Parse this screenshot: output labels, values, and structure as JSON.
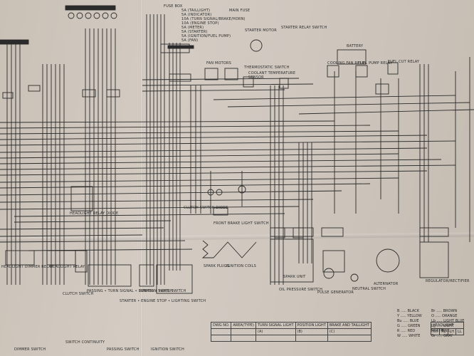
{
  "labels": {
    "fuse_box": "FUSE BOX",
    "fuse_lines": [
      "5A (TAILLIGHT)",
      "5A (INDICATOR)",
      "10A (TURN SIGNAL/BRAKE/HORN)",
      "10A (ENGINE STOP)",
      "5A (METER)",
      "5A (STARTER)",
      "5A (IGNITION/FUEL PUMP)",
      "5A (FAN)"
    ],
    "main_fuse": "MAIN FUSE",
    "starter_motor": "STARTER MOTOR",
    "starter_relay_switch": "STARTER RELAY SWITCH",
    "battery": "BATTERY",
    "fan_motors": "FAN MOTORS",
    "thermostatic_switch": "THERMOSTATIC SWITCH",
    "coolant_temp_sensor": "COOLANT TEMPERATURE SENSOR",
    "clutch_switch_diode": "CLUTCH SWITCH DIODE",
    "front_brake_light_switch": "FRONT BRAKE LIGHT SWITCH",
    "headlight_relay_diode": "HEADLIGHT RELAY DIODE",
    "headlight_dimmer_relay": "HEADLIGHT DIMMER RELAY",
    "headlight_relay": "HEADLIGHT RELAY",
    "spark_plugs": "SPARK PLUGS",
    "ignition_coils": "IGNITION COILS",
    "spark_unit": "SPARK UNIT",
    "oil_pressure_switch": "OIL PRESSURE SWITCH",
    "pulse_generator": "PULSE GENERATOR",
    "neutral_switch": "NEUTRAL SWITCH",
    "alternator": "ALTERNATOR",
    "regulator_rectifier": "REGULATOR/RECTIFIER",
    "cooling_fan_relay": "COOLING FAN RELAY",
    "fuel_pump_relay": "FUEL PUMP RELAY",
    "fuel_cut_relay": "FUEL CUT RELAY",
    "clutch_switch": "CLUTCH SWITCH",
    "left_handlebar_sw": "PASSING • TURN SIGNAL • DIMMER • HORN SWITCH",
    "ignition_switch": "IGNITION SWITCH",
    "right_handlebar_sw": "STARTER • ENGINE STOP • LIGHTING SWITCH",
    "switch_continuity": "SWITCH CONTINUITY",
    "dimmer_switch_bottom": "DIMMER SWITCH",
    "passing_switch_bottom": "PASSING SWITCH",
    "ignition_bottom": "IGNITION SWITCH",
    "headlight_tbl": "HEADLIGHT"
  },
  "bottom_table": {
    "headers": [
      "DWG NO.",
      "AREA(TYPE)",
      "TURN SIGNAL LIGHT",
      "POSITION LIGHT",
      "BRAKE AND TAILLIGHT"
    ],
    "sub": [
      "",
      "",
      "(A)",
      "(B)",
      "(C)"
    ],
    "headlight_cols": [
      "RH",
      "RL",
      "LH",
      "LL"
    ]
  },
  "legend": [
    [
      "B",
      "BLACK",
      "Br",
      "BROWN"
    ],
    [
      "Y",
      "YELLOW",
      "O",
      "ORANGE"
    ],
    [
      "Bu",
      "BLUE",
      "Lb",
      "LIGHT BLUE"
    ],
    [
      "G",
      "GREEN",
      "Lg",
      "LIGHT GREEN"
    ],
    [
      "R",
      "RED",
      "P",
      "PINK"
    ],
    [
      "W",
      "WHITE",
      "Gr",
      "GRAY"
    ]
  ]
}
